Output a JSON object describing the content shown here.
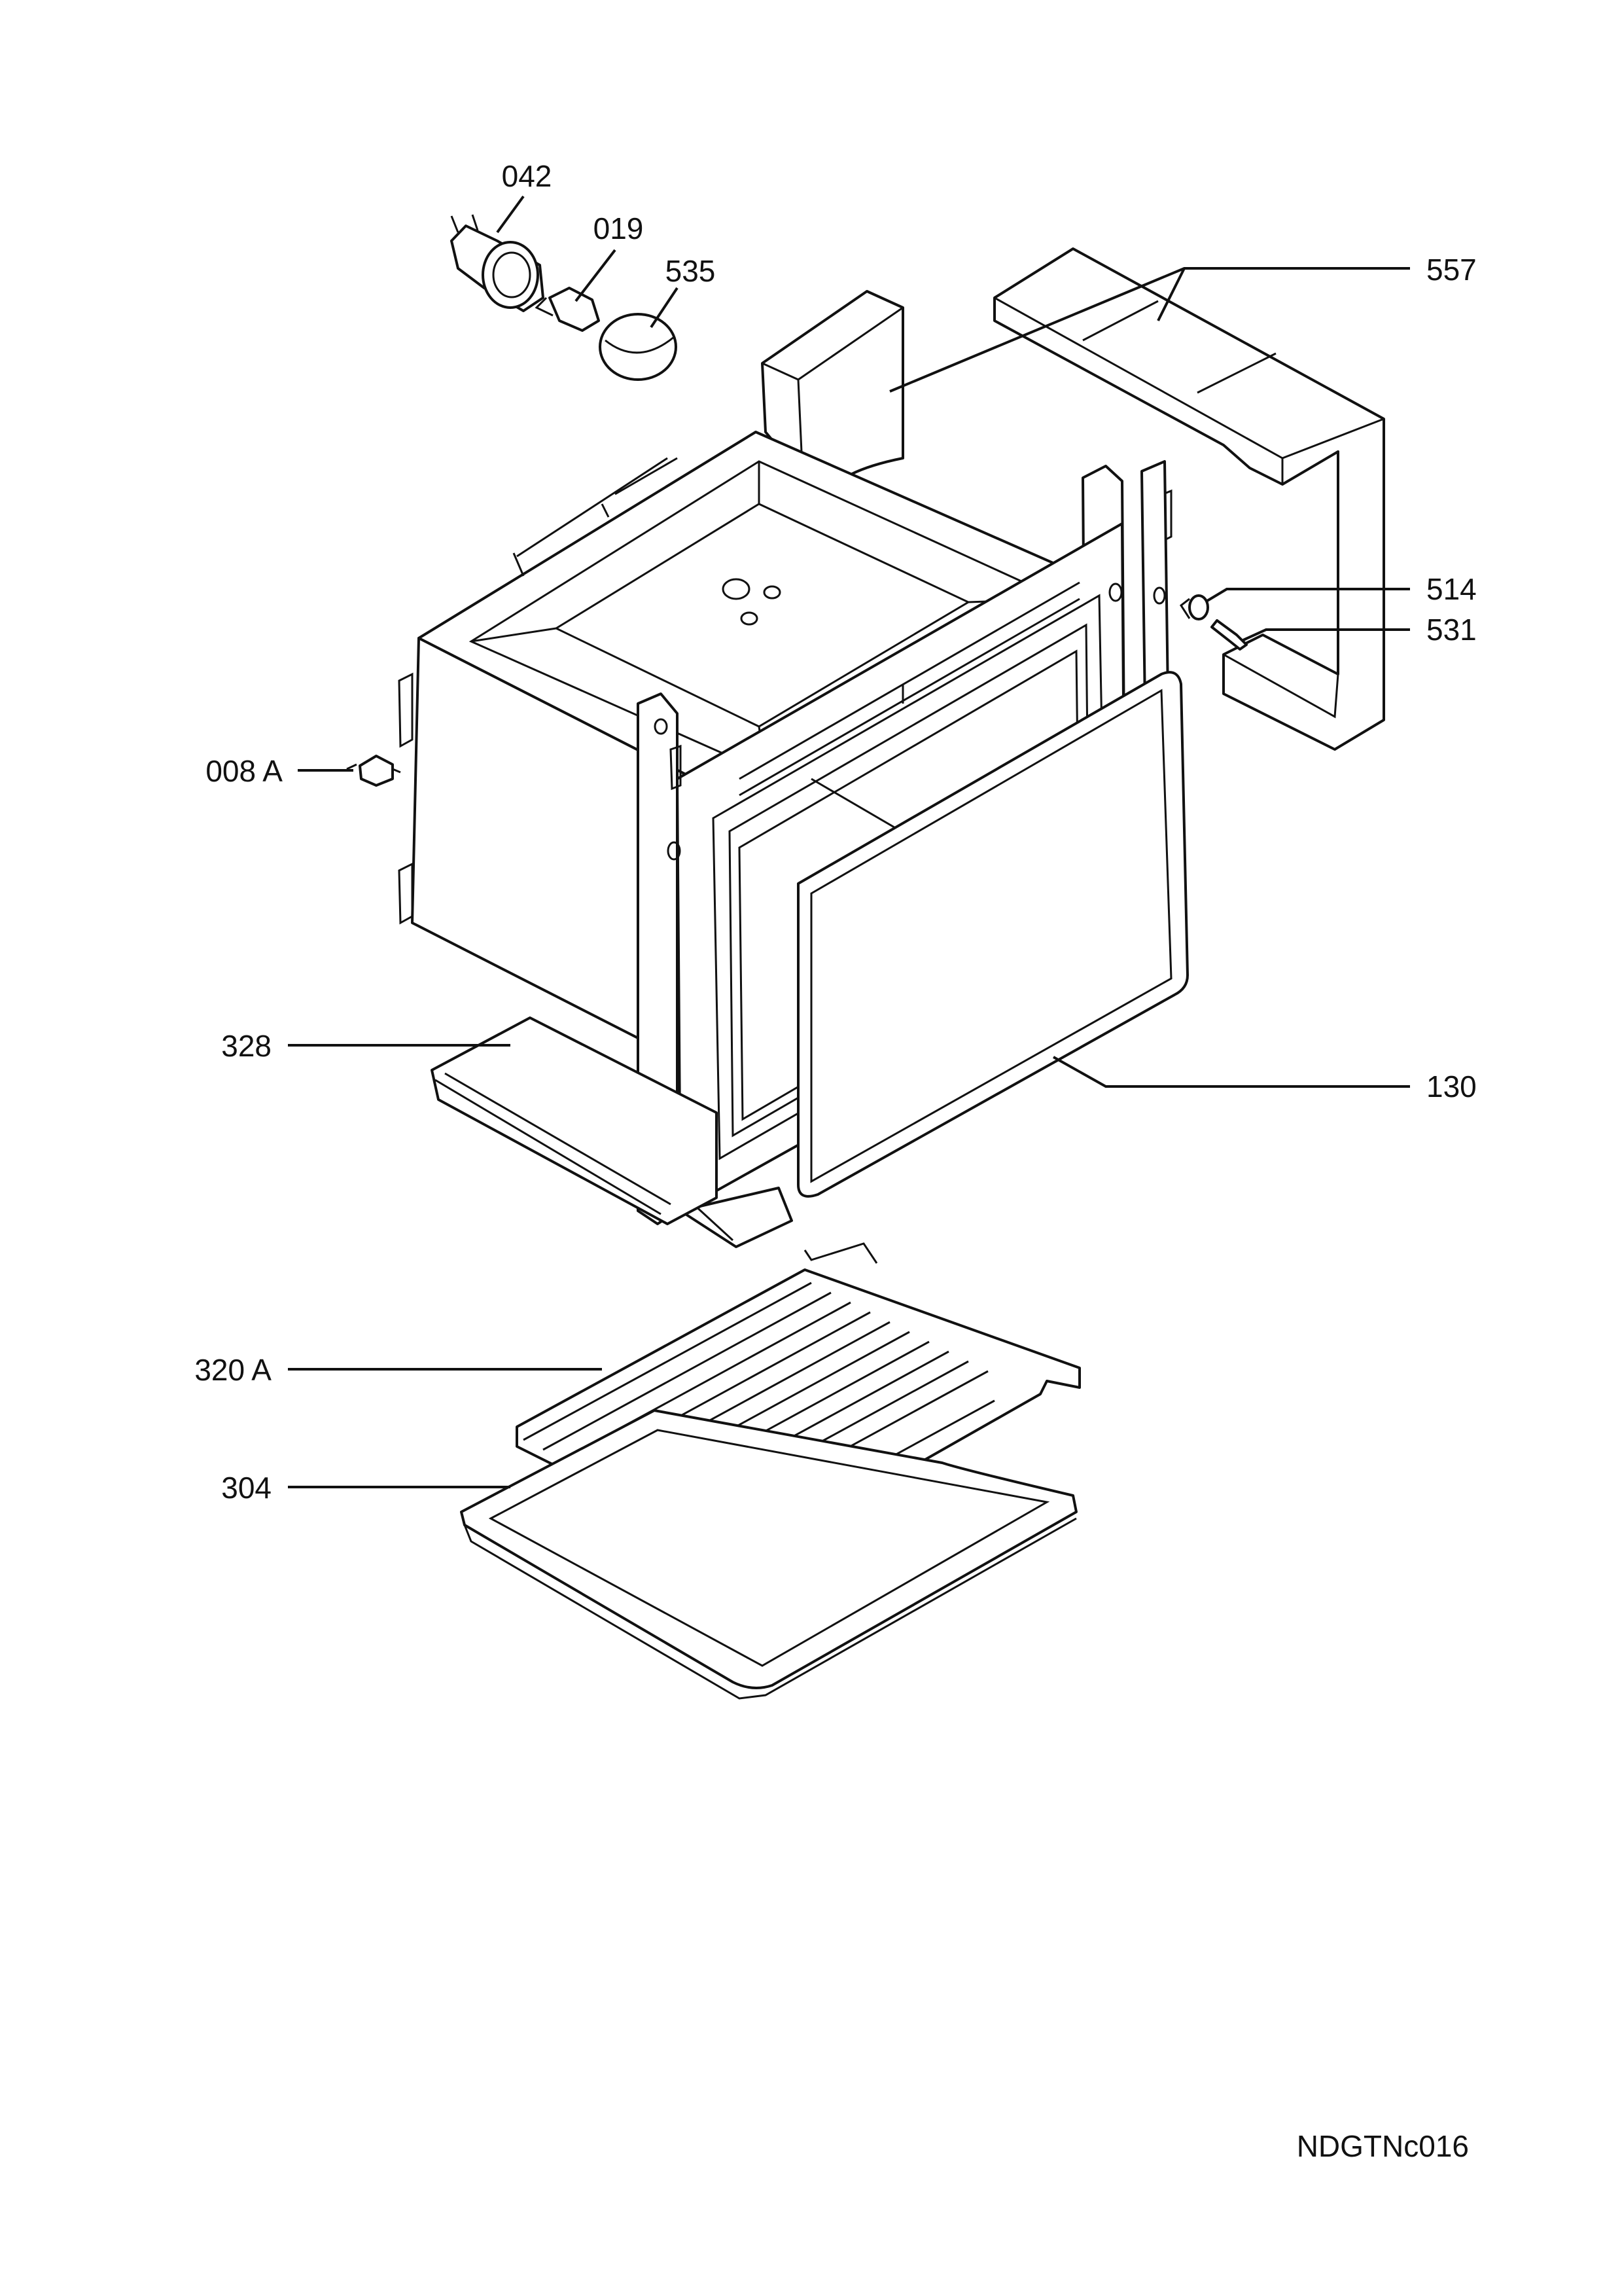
{
  "parts": [
    {
      "id": "p042",
      "label": "042",
      "name": "lamp-holder"
    },
    {
      "id": "p019",
      "label": "019",
      "name": "lamp-bulb"
    },
    {
      "id": "p535",
      "label": "535",
      "name": "lamp-cover"
    },
    {
      "id": "p557",
      "label": "557",
      "name": "insulation-panel"
    },
    {
      "id": "p514",
      "label": "514",
      "name": "washer"
    },
    {
      "id": "p531",
      "label": "531",
      "name": "screw"
    },
    {
      "id": "p008a",
      "label": "008 A",
      "name": "thermal-fuse"
    },
    {
      "id": "p328",
      "label": "328",
      "name": "bottom-plate"
    },
    {
      "id": "p130",
      "label": "130",
      "name": "door-seal"
    },
    {
      "id": "p320a",
      "label": "320 A",
      "name": "oven-shelf"
    },
    {
      "id": "p304",
      "label": "304",
      "name": "baking-tray"
    }
  ],
  "drawing_ref": "NDGTNc016"
}
